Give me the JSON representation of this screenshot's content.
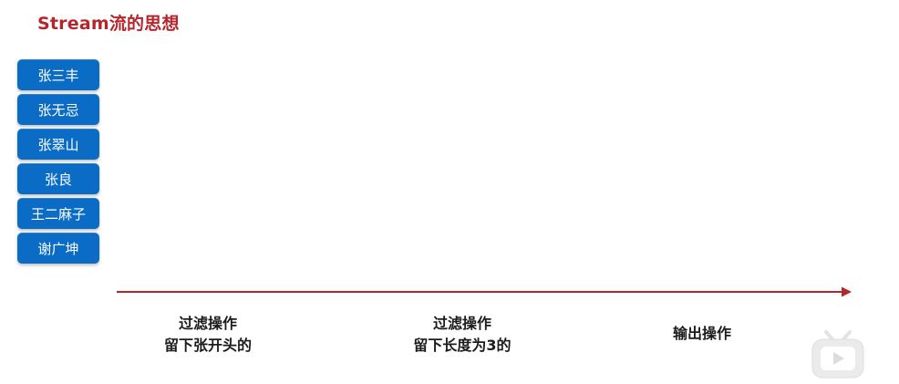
{
  "title": "Stream流的思想",
  "names": [
    "张三丰",
    "张无忌",
    "张翠山",
    "张良",
    "王二麻子",
    "谢广坤"
  ],
  "steps": [
    {
      "line1": "过滤操作",
      "line2": "留下张开头的"
    },
    {
      "line1": "过滤操作",
      "line2": "留下长度为3的"
    },
    {
      "line1": "输出操作"
    }
  ],
  "colors": {
    "title": "#b5262c",
    "name_box": "#0a6cc4",
    "arrow": "#b5262c"
  },
  "icons": [
    "bilibili-tv-icon"
  ]
}
